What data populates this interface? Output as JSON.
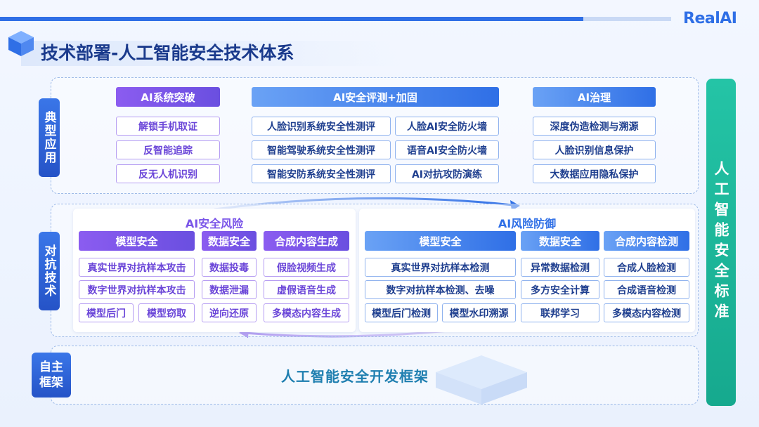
{
  "brand": {
    "logo": "RealAI"
  },
  "page": {
    "title": "技术部署-人工智能安全技术体系"
  },
  "rows": {
    "typical_apps": "典型应用",
    "adversarial": "对抗技术",
    "framework": "自主框架"
  },
  "standard_bar": "人工智能安全标准",
  "typical": {
    "col1": {
      "header": "AI系统突破",
      "items": [
        "解锁手机取证",
        "反智能追踪",
        "反无人机识别"
      ]
    },
    "col2": {
      "header": "AI安全评测+加固",
      "items": [
        "人脸识别系统安全性测评",
        "人脸AI安全防火墙",
        "智能驾驶系统安全性测评",
        "语音AI安全防火墙",
        "智能安防系统安全性测评",
        "AI对抗攻防演练"
      ]
    },
    "col3": {
      "header": "AI治理",
      "items": [
        "深度伪造检测与溯源",
        "人脸识别信息保护",
        "大数据应用隐私保护"
      ]
    }
  },
  "risk": {
    "title": "AI安全风险",
    "headers": [
      "模型安全",
      "数据安全",
      "合成内容生成"
    ],
    "model": [
      "真实世界对抗样本攻击",
      "数字世界对抗样本攻击",
      "模型后门",
      "模型窃取"
    ],
    "data": [
      "数据投毒",
      "数据泄漏",
      "逆向还原"
    ],
    "content": [
      "假脸视频生成",
      "虚假语音生成",
      "多模态内容生成"
    ]
  },
  "defense": {
    "title": "AI风险防御",
    "headers": [
      "模型安全",
      "数据安全",
      "合成内容检测"
    ],
    "model": [
      "真实世界对抗样本检测",
      "数字对抗样本检测、去噪",
      "模型后门检测",
      "模型水印溯源"
    ],
    "data": [
      "异常数据检测",
      "多方安全计算",
      "联邦学习"
    ],
    "content": [
      "合成人脸检测",
      "合成语音检测",
      "多模态内容检测"
    ]
  },
  "framework_label": "人工智能安全开发框架",
  "colors": {
    "primary": "#2f6fe6",
    "purple": "#7a55e8",
    "teal": "#1fb89a",
    "navy": "#1a3a8c"
  }
}
